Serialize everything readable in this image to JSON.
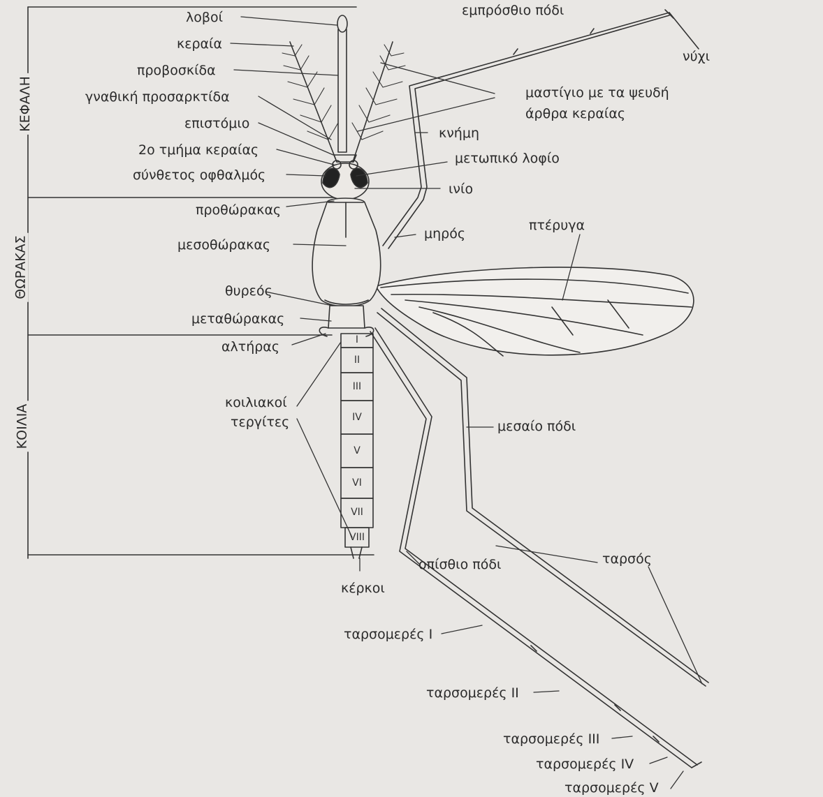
{
  "sections": {
    "head": "ΚΕΦΑΛΗ",
    "thorax": "ΘΩΡΑΚΑΣ",
    "abdomen": "ΚΟΙΛΙΑ"
  },
  "labels_left": {
    "lovoi": "λοβοί",
    "keraia": "κεραία",
    "proboskida": "προβοσκίδα",
    "gnathiki": "γναθική προσαρκτίδα",
    "epistomio": "επιστόμιο",
    "tmima2": "2ο τμήμα κεραίας",
    "ofthalmos": "σύνθετος οφθαλμός",
    "prothorakas": "προθώρακας",
    "mesothorakas": "μεσοθώρακας",
    "thyreos": "θυρεός",
    "metathorakas": "μεταθώρακας",
    "altiras": "αλτήρας",
    "tergites_1": "κοιλιακοί",
    "tergites_2": "τεργίτες",
    "kerkoi": "κέρκοι"
  },
  "labels_right": {
    "embrosthio": "εμπρόσθιο πόδι",
    "nychi": "νύχι",
    "mastigio_1": "μαστίγιο με τα ψευδή",
    "mastigio_2": "άρθρα κεραίας",
    "knimi": "κνήμη",
    "metopiko": "μετωπικό λοφίο",
    "inio": "ινίο",
    "miros": "μηρός",
    "pteryga": "πτέρυγα",
    "mesaio": "μεσαίο πόδι",
    "tarsos": "ταρσός",
    "opisthio": "οπίσθιο πόδι",
    "tarsomeres_1": "ταρσομερές Ι",
    "tarsomeres_2": "ταρσομερές ΙΙ",
    "tarsomeres_3": "ταρσομερές ΙΙΙ",
    "tarsomeres_4": "ταρσομερές ΙV",
    "tarsomeres_5": "ταρσομερές V"
  },
  "segments": [
    "I",
    "II",
    "III",
    "IV",
    "V",
    "VI",
    "VII",
    "VIII"
  ]
}
